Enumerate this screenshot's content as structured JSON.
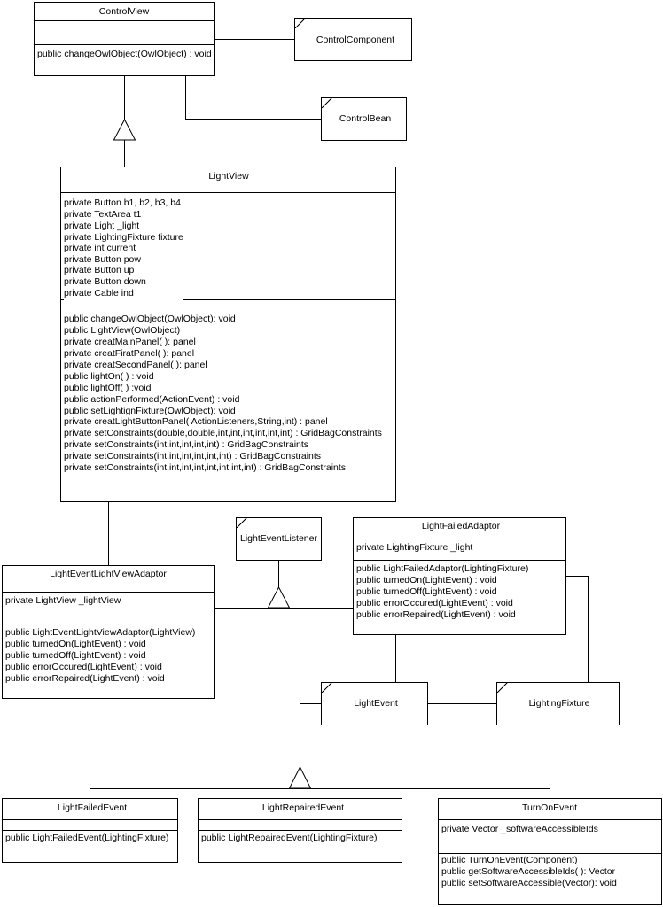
{
  "diagram": {
    "type": "UML class diagram",
    "classes": {
      "control_view": {
        "name": "ControlView",
        "attributes": [],
        "methods": [
          "public changeOwlObject(OwlObject) : void"
        ]
      },
      "light_view": {
        "name": "LightView",
        "attributes": [
          "private Button b1, b2, b3, b4",
          "private TextArea  t1",
          "private Light _light",
          "private LightingFixture  fixture",
          "private int current",
          "private Button pow",
          "private Button up",
          "private Button down",
          "private Cable ind"
        ],
        "methods": [
          "public changeOwlObject(OwlObject): void",
          "public LightView(OwlObject)",
          "private  creatMainPanel( ):  panel",
          "private  creatFiratPanel( ):  panel",
          "private  creatSecondPanel( ):  panel",
          "public lightOn( ) : void",
          "public lightOff( ) :void",
          "public actionPerformed(ActionEvent) : void",
          "public setLightignFixture(OwlObject): void",
          "private  creatLightButtonPanel( ActionListeners,String,int) :  panel",
          "private setConstraints(double,double,int,int,int,int,int,int) : GridBagConstraints",
          "private setConstraints(int,int,int,int,int) : GridBagConstraints",
          "private setConstraints(int,int,int,int,int,int) : GridBagConstraints",
          "private setConstraints(int,int,int,int,int,int,int,int) : GridBagConstraints"
        ]
      },
      "light_event_light_view_adaptor": {
        "name": "LightEventLightViewAdaptor",
        "attributes": [
          "private LightView _lightView"
        ],
        "methods": [
          "public LightEventLightViewAdaptor(LightView)",
          "public turnedOn(LightEvent) : void",
          "public turnedOff(LightEvent) : void",
          "public errorOccured(LightEvent) : void",
          "public errorRepaired(LightEvent) : void"
        ]
      },
      "light_failed_adaptor": {
        "name": "LightFailedAdaptor",
        "attributes": [
          "private LightingFixture _light"
        ],
        "methods": [
          "public LightFailedAdaptor(LightingFixture)",
          "public turnedOn(LightEvent) : void",
          "public turnedOff(LightEvent) : void",
          "public errorOccured(LightEvent) : void",
          "public errorRepaired(LightEvent) : void"
        ]
      },
      "light_failed_event": {
        "name": "LightFailedEvent",
        "attributes": [],
        "methods": [
          "public LightFailedEvent(LightingFixture)"
        ]
      },
      "light_repaired_event": {
        "name": "LightRepairedEvent",
        "attributes": [],
        "methods": [
          "public LightRepairedEvent(LightingFixture)"
        ]
      },
      "turn_on_event": {
        "name": "TurnOnEvent",
        "attributes": [
          "private Vector _softwareAccessibleIds"
        ],
        "methods": [
          "public TurnOnEvent(Component)",
          "public getSoftwareAccessibleIds( ):  Vector",
          "public setSoftwareAccessible(Vector): void"
        ]
      }
    },
    "references": {
      "control_component": "ControlComponent",
      "control_bean": "ControlBean",
      "light_event_listener": "LightEventListener",
      "light_event": "LightEvent",
      "lighting_fixture": "LightingFixture"
    },
    "relationships": [
      {
        "from": "LightView",
        "to": "ControlView",
        "kind": "generalization"
      },
      {
        "from": "ControlView",
        "to": "ControlComponent",
        "kind": "association"
      },
      {
        "from": "ControlView",
        "to": "ControlBean",
        "kind": "association"
      },
      {
        "from": "LightView",
        "to": "LightEventLightViewAdaptor",
        "kind": "association"
      },
      {
        "from": "LightEventLightViewAdaptor",
        "to": "LightEventListener",
        "kind": "realization"
      },
      {
        "from": "LightFailedAdaptor",
        "to": "LightEventListener",
        "kind": "realization"
      },
      {
        "from": "LightFailedAdaptor",
        "to": "LightEvent",
        "kind": "association"
      },
      {
        "from": "LightFailedAdaptor",
        "to": "LightingFixture",
        "kind": "association"
      },
      {
        "from": "LightEvent",
        "to": "LightingFixture",
        "kind": "association"
      },
      {
        "from": "LightFailedEvent",
        "to": "LightEvent",
        "kind": "generalization"
      },
      {
        "from": "LightRepairedEvent",
        "to": "LightEvent",
        "kind": "generalization"
      },
      {
        "from": "TurnOnEvent",
        "to": "LightEvent",
        "kind": "generalization"
      }
    ]
  }
}
